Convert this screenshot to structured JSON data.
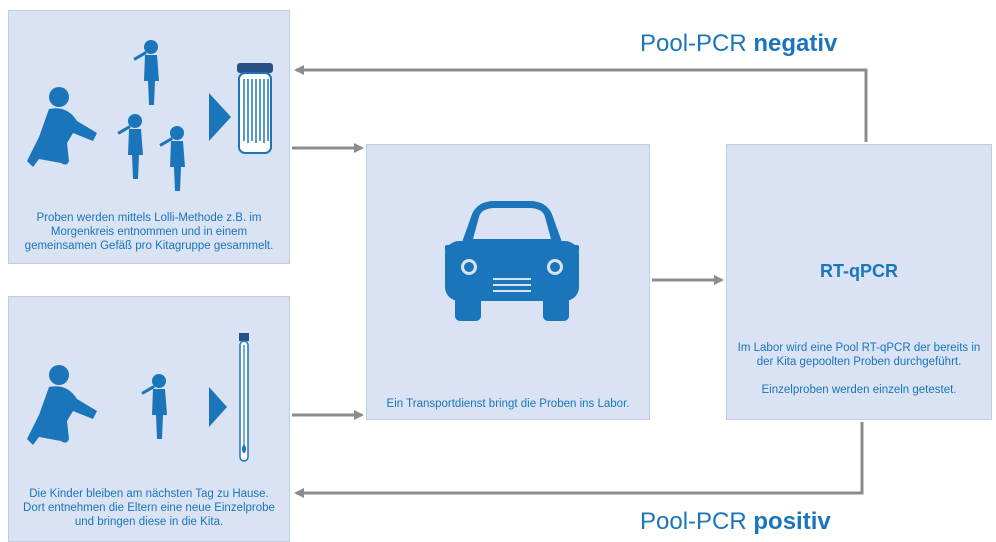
{
  "boxes": {
    "sampling": "Proben werden mittels Lolli-Methode z.B. im Morgenkreis entnommen und in einem gemeinsamen Gefäß pro Kitagruppe gesammelt.",
    "individual": "Die Kinder bleiben am nächsten Tag zu Hause. Dort entnehmen die Eltern eine neue Einzelprobe und bringen diese in die Kita.",
    "transport": "Ein Transportdienst bringt die Proben ins Labor.",
    "lab": {
      "title": "RT-qPCR",
      "text": "Im Labor wird eine Pool RT-qPCR der bereits in der Kita gepoolten Proben durchgeführt.\n\nEinzelproben werden einzeln getestet."
    }
  },
  "labels": {
    "negative": {
      "prefix": "Pool-PCR",
      "bold": "negativ"
    },
    "positive": {
      "prefix": "Pool-PCR",
      "bold": "positiv"
    }
  },
  "colors": {
    "icon": "#1b75bb",
    "box": "#d9e3f3",
    "arrow": "#8c8c8c"
  },
  "icons": [
    "squatting-adult-icon",
    "child-licking-icon",
    "play-arrow-icon",
    "sample-jar-icon",
    "sample-tube-icon",
    "car-icon"
  ]
}
